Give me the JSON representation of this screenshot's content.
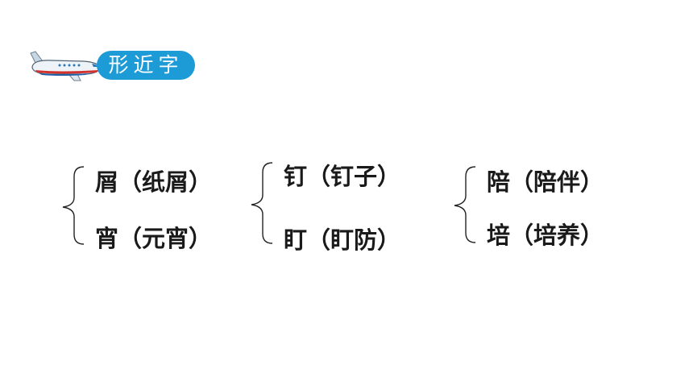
{
  "header": {
    "title": "形近字",
    "icon": "airplane-icon",
    "accent_color": "#1d9bd7"
  },
  "groups": [
    {
      "top": "屑（纸屑）",
      "bottom": "宵（元宵）"
    },
    {
      "top": "钉（钉子）",
      "bottom": "盯（盯防）"
    },
    {
      "top": "陪（陪伴）",
      "bottom": "培（培养）"
    }
  ]
}
